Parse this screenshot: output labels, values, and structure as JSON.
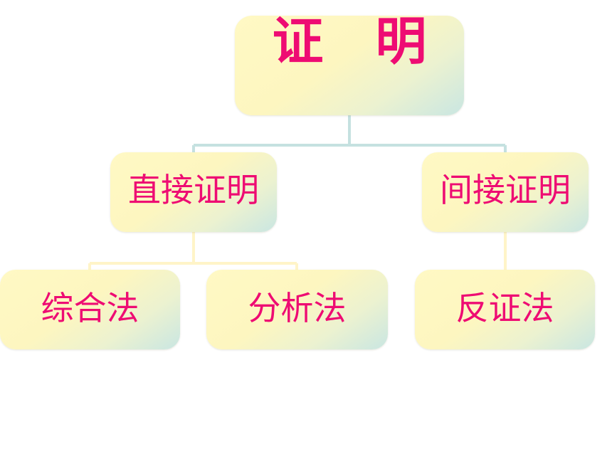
{
  "diagram": {
    "root": {
      "label": "证 明"
    },
    "level1": [
      {
        "label": "直接证明"
      },
      {
        "label": "间接证明"
      }
    ],
    "level2": [
      {
        "label": "综合法"
      },
      {
        "label": "分析法"
      },
      {
        "label": "反证法"
      }
    ]
  },
  "colors": {
    "text": "#ee0c73",
    "connector_top": "#c5e1e0",
    "connector_bottom": "#fff4c8"
  }
}
